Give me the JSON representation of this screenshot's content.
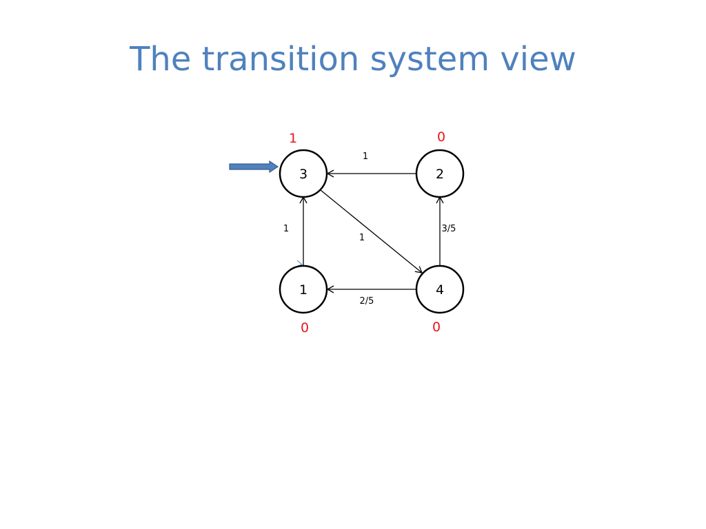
{
  "title": "The transition system view",
  "colors": {
    "title": "#4F81BD",
    "value": "#E8141B",
    "start_arrow": "#4F81BD",
    "start_arrow_outline": "#385D8A"
  },
  "nodes": {
    "n3": {
      "label": "3",
      "value": "1"
    },
    "n2": {
      "label": "2",
      "value": "0"
    },
    "n1": {
      "label": "1",
      "value": "0"
    },
    "n4": {
      "label": "4",
      "value": "0"
    }
  },
  "edges": {
    "e_2_3": {
      "from": "2",
      "to": "3",
      "label": "1"
    },
    "e_1_3": {
      "from": "1",
      "to": "3",
      "label": "1"
    },
    "e_3_4": {
      "from": "3",
      "to": "4",
      "label": "1"
    },
    "e_4_2": {
      "from": "4",
      "to": "2",
      "label": "3/5"
    },
    "e_4_1": {
      "from": "4",
      "to": "1",
      "label": "2/5"
    }
  },
  "start_state": "3"
}
